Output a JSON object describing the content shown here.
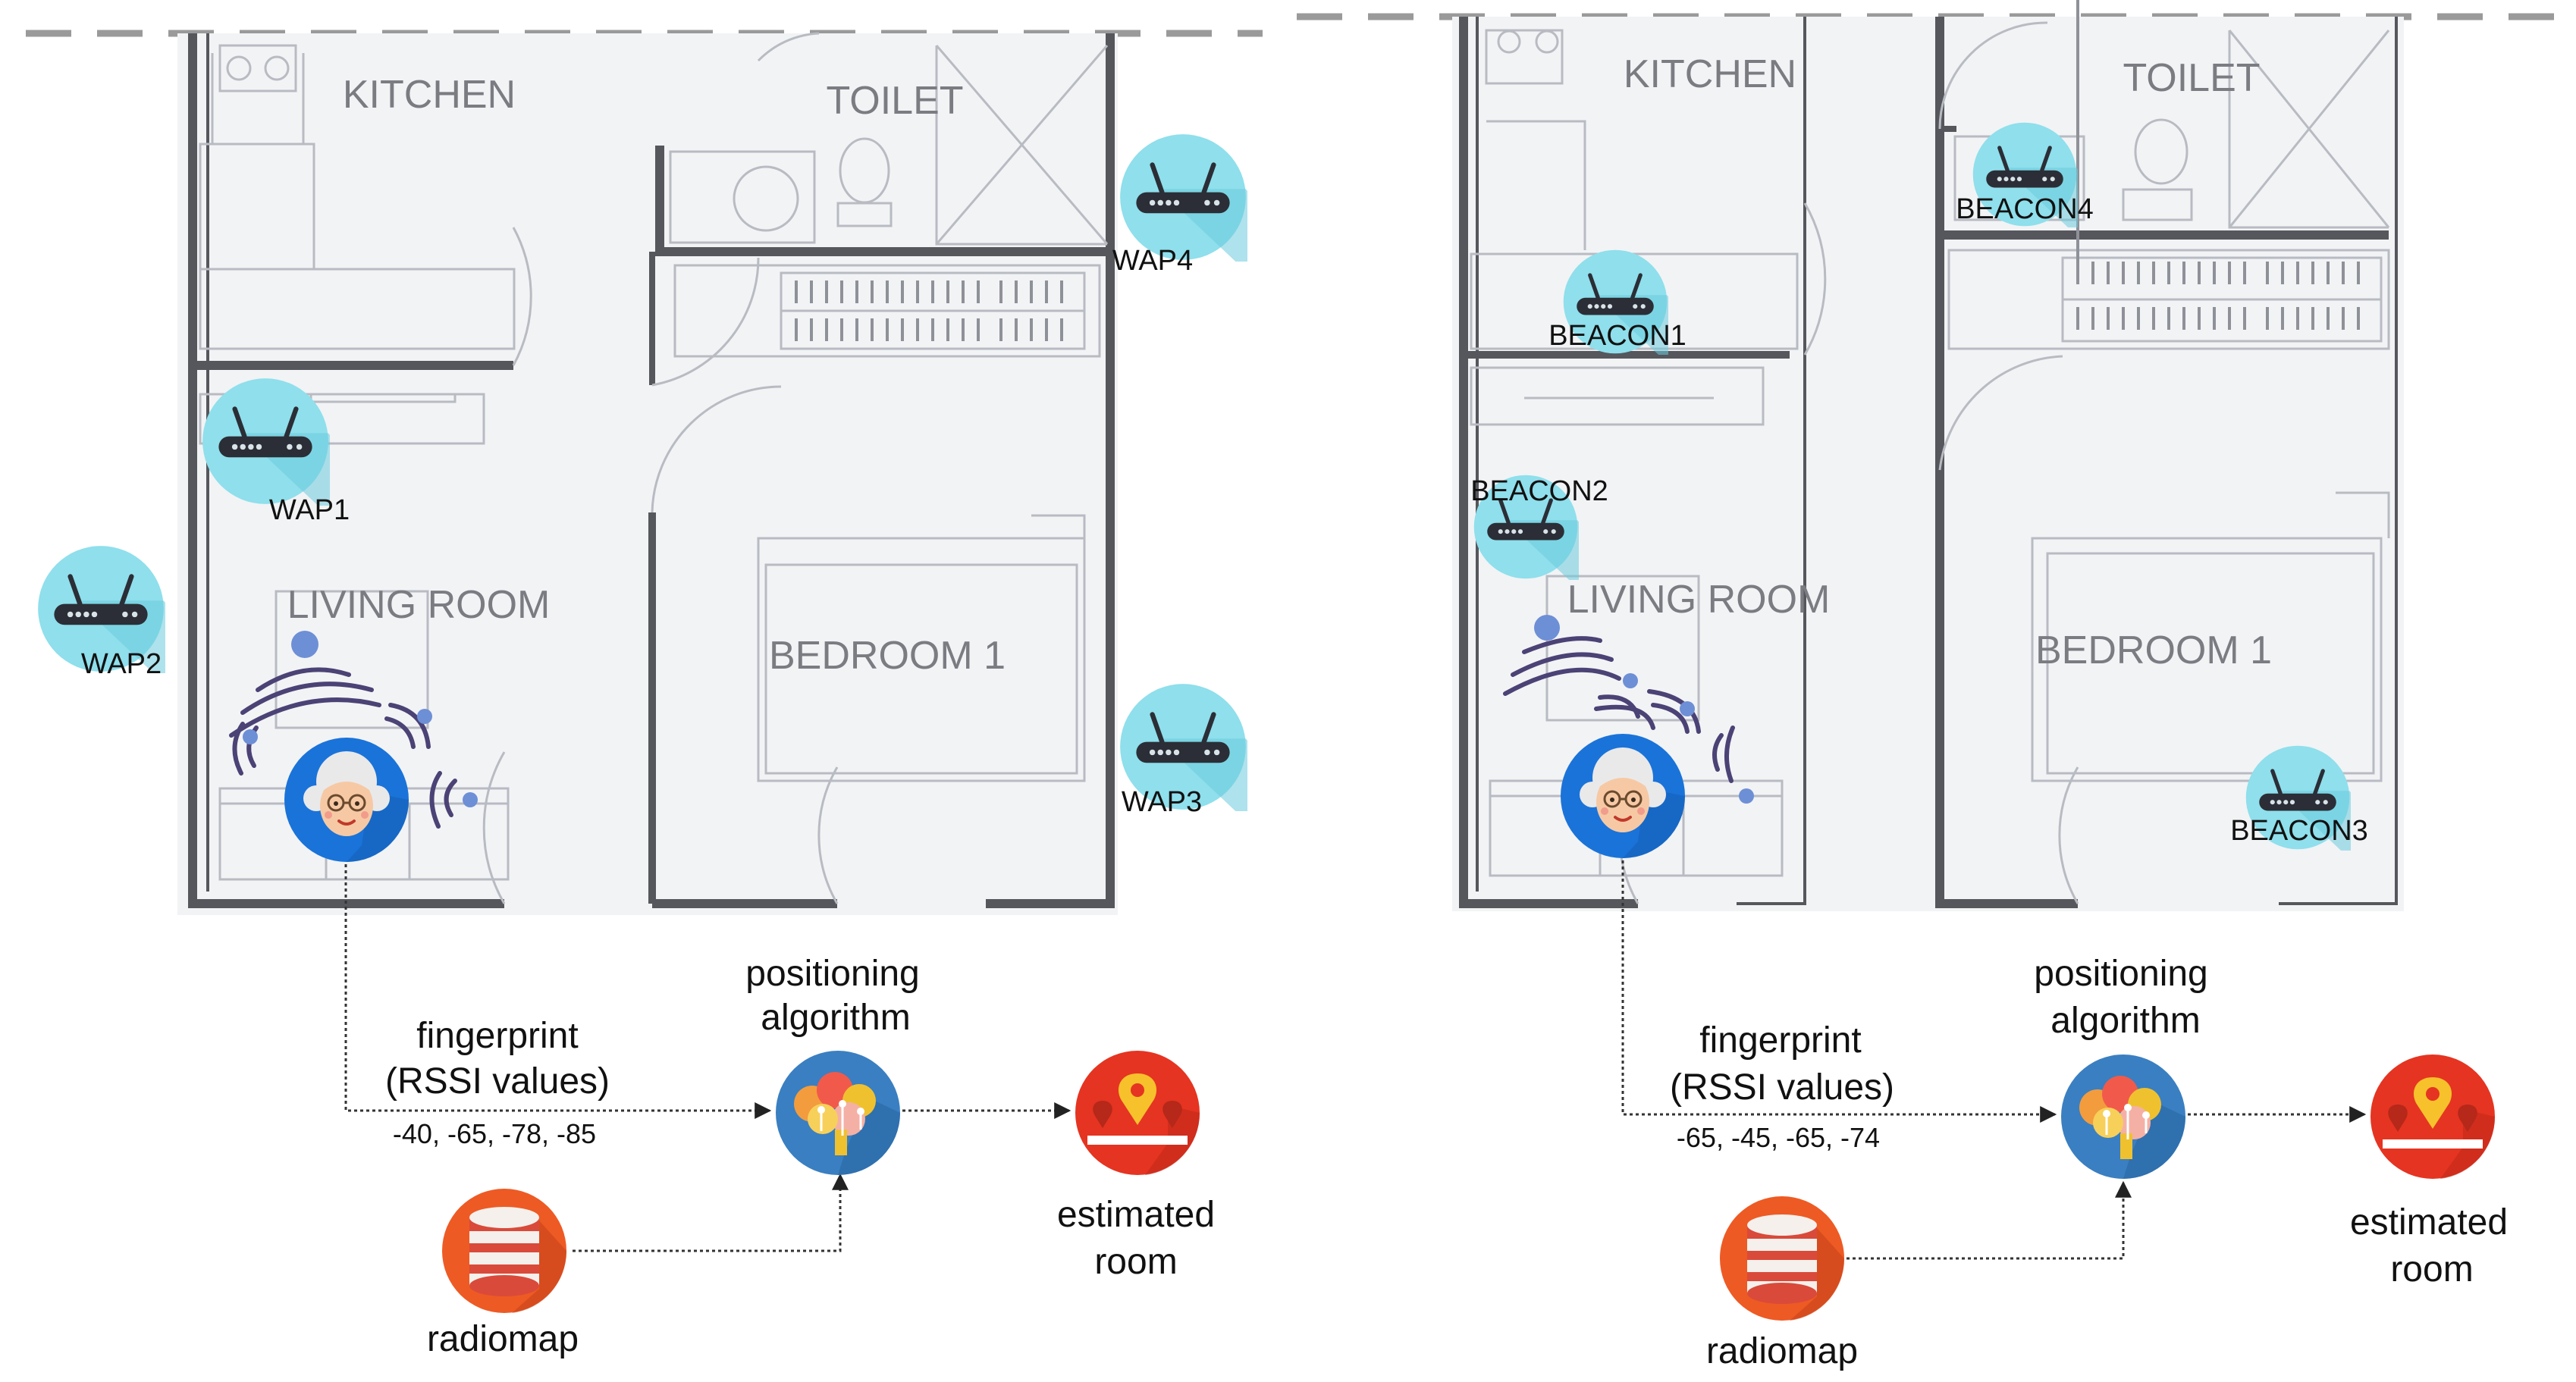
{
  "left_panel": {
    "rooms": {
      "kitchen": "KITCHEN",
      "toilet": "TOILET",
      "living_room": "LIVING ROOM",
      "bedroom": "BEDROOM 1"
    },
    "access_points": [
      "WAP1",
      "WAP2",
      "WAP3",
      "WAP4"
    ],
    "flow": {
      "fingerprint_line1": "fingerprint",
      "fingerprint_line2": "(RSSI values)",
      "rssi_values": "-40, -65, -78, -85",
      "algorithm_line1": "positioning",
      "algorithm_line2": "algorithm",
      "radiomap": "radiomap",
      "estimated_line1": "estimated",
      "estimated_line2": "room"
    }
  },
  "right_panel": {
    "rooms": {
      "kitchen": "KITCHEN",
      "toilet": "TOILET",
      "living_room": "LIVING ROOM",
      "bedroom": "BEDROOM 1"
    },
    "beacons": [
      "BEACON1",
      "BEACON2",
      "BEACON3",
      "BEACON4"
    ],
    "flow": {
      "fingerprint_line1": "fingerprint",
      "fingerprint_line2": "(RSSI values)",
      "rssi_values": "-65, -45, -65, -74",
      "algorithm_line1": "positioning",
      "algorithm_line2": "algorithm",
      "radiomap": "radiomap",
      "estimated_line1": "estimated",
      "estimated_line2": "room"
    }
  },
  "colors": {
    "wall": "#55575c",
    "floor": "#f2f3f5",
    "room_label": "#7a7c82",
    "router_circle": "#8fdfec",
    "router_dark": "#2b2e36",
    "user_circle": "#1a73d9",
    "algorithm_circle": "#3a7fc1",
    "radiomap_circle": "#ee5a24",
    "room_icon_circle": "#e53421",
    "signal_arc": "#4b4275",
    "signal_dot": "#6d8fd6",
    "arrow": "#222222"
  },
  "icons": {
    "router": "wifi-router-icon",
    "user": "elderly-person-icon",
    "algorithm": "brain-algorithm-icon",
    "radiomap": "database-icon",
    "estimated_room": "map-pin-icon"
  }
}
